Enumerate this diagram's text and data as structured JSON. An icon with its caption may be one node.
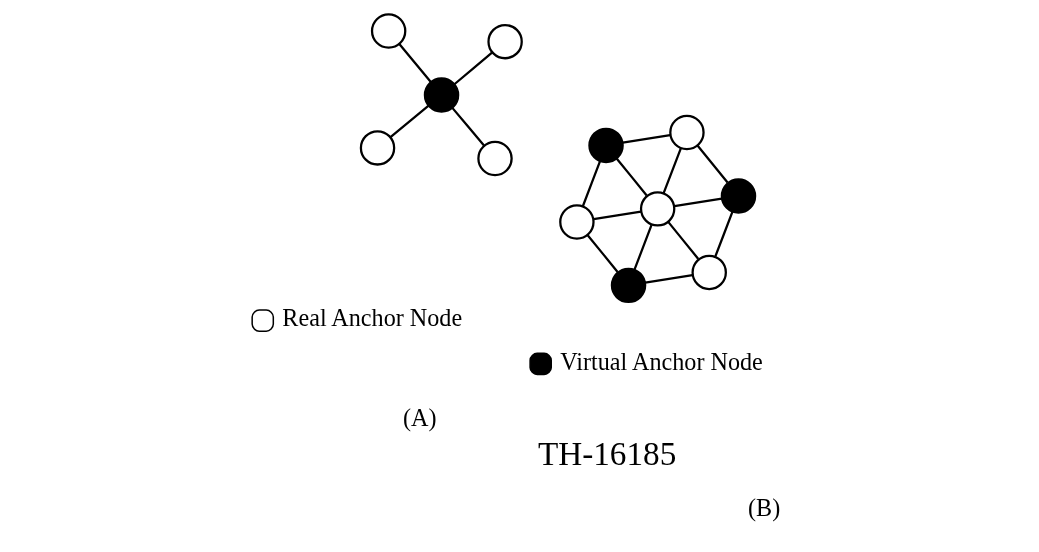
{
  "diagram": {
    "nodes": [
      {
        "text": [],
        "shape": "circle"
      },
      {
        "text": [],
        "shape": "circle"
      },
      {
        "text": [],
        "shape": "circle"
      },
      {
        "text": [],
        "shape": "circle"
      },
      {
        "text": [],
        "shape": "circle"
      },
      {
        "text": [],
        "shape": "circle"
      },
      {
        "text": [],
        "shape": "circle"
      },
      {
        "text": [],
        "shape": "circle"
      },
      {
        "text": [],
        "shape": "circle"
      },
      {
        "text": [],
        "shape": "circle"
      },
      {
        "text": [],
        "shape": "circle"
      },
      {
        "text": [],
        "shape": "circle"
      }
    ],
    "edges": [
      {
        "from": 0,
        "to": 2,
        "arrow": "none"
      },
      {
        "from": 1,
        "to": 2,
        "arrow": "none"
      },
      {
        "from": 2,
        "to": 3,
        "arrow": "none"
      },
      {
        "from": 2,
        "to": 4,
        "arrow": "none"
      },
      {
        "from": 5,
        "to": 6,
        "arrow": "none"
      },
      {
        "from": 6,
        "to": 9,
        "arrow": "none"
      },
      {
        "from": 5,
        "to": 7,
        "arrow": "none"
      },
      {
        "from": 7,
        "to": 11,
        "arrow": "none"
      },
      {
        "from": 9,
        "to": 10,
        "arrow": "none"
      },
      {
        "from": 10,
        "to": 11,
        "arrow": "none"
      },
      {
        "from": 5,
        "to": 8,
        "arrow": "none"
      },
      {
        "from": 8,
        "to": 10,
        "arrow": "none"
      },
      {
        "from": 9,
        "to": 8,
        "arrow": "none"
      },
      {
        "from": 8,
        "to": 7,
        "arrow": "none"
      },
      {
        "from": 6,
        "to": 8,
        "arrow": "none"
      },
      {
        "from": 8,
        "to": 11,
        "arrow": "none"
      }
    ],
    "labels": [
      "TH-16185",
      "(A)",
      "(B)"
    ],
    "legend": [
      {
        "text": "Real Anchor Node",
        "color": "#ffffff"
      },
      {
        "text": "Virtual Anchor Node",
        "color": "#000000"
      }
    ]
  }
}
